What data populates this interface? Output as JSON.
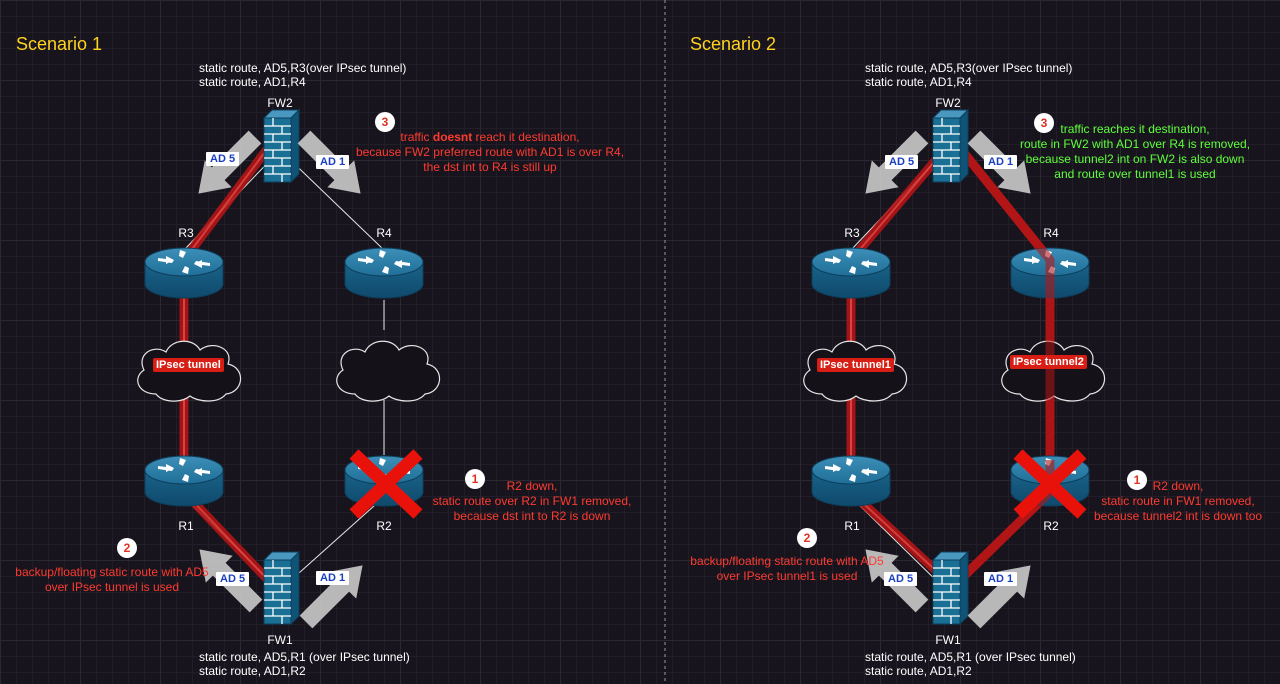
{
  "scenario1": {
    "title": "Scenario 1",
    "fw2_config": [
      "static route, AD5,R3(over IPsec tunnel)",
      "static route, AD1,R4"
    ],
    "fw1_config": [
      "static route, AD5,R1 (over IPsec tunnel)",
      "static route, AD1,R2"
    ],
    "labels": {
      "fw2": "FW2",
      "fw1": "FW1",
      "r3": "R3",
      "r4": "R4",
      "r1": "R1",
      "r2": "R2"
    },
    "badges": {
      "ad5_top": "AD 5",
      "ad1_top": "AD 1",
      "ad5_bottom": "AD 5",
      "ad1_bottom": "AD 1"
    },
    "tunnel_label": "IPsec tunnel",
    "note1": {
      "num": "1",
      "lines": [
        "R2 down,",
        "static route over R2 in FW1 removed,",
        "because dst int to R2 is down"
      ]
    },
    "note2": {
      "num": "2",
      "lines": [
        "backup/floating static route with AD5",
        "over IPsec tunnel is used"
      ]
    },
    "note3": {
      "num": "3",
      "line1_pre": "traffic ",
      "line1_bold": "doesnt",
      "line1_post": " reach it destination,",
      "lines": [
        "because FW2 preferred route with AD1 is over R4,",
        "the dst int to R4 is still up"
      ]
    }
  },
  "scenario2": {
    "title": "Scenario 2",
    "fw2_config": [
      "static route, AD5,R3(over IPsec tunnel)",
      "static route, AD1,R4"
    ],
    "fw1_config": [
      "static route, AD5,R1 (over IPsec tunnel)",
      "static route, AD1,R2"
    ],
    "labels": {
      "fw2": "FW2",
      "fw1": "FW1",
      "r3": "R3",
      "r4": "R4",
      "r1": "R1",
      "r2": "R2"
    },
    "badges": {
      "ad5_top": "AD 5",
      "ad1_top": "AD 1",
      "ad5_bottom": "AD 5",
      "ad1_bottom": "AD 1"
    },
    "tunnel1_label": "IPsec tunnel1",
    "tunnel2_label": "IPsec tunnel2",
    "note1": {
      "num": "1",
      "lines": [
        "R2 down,",
        "static route in FW1 removed,",
        "because tunnel2 int is down too"
      ]
    },
    "note2": {
      "num": "2",
      "lines": [
        "backup/floating static route with AD5",
        "over IPsec tunnel1 is used"
      ]
    },
    "note3": {
      "num": "3",
      "lines": [
        "traffic reaches it destination,",
        "route in FW2 with AD1 over R4 is removed,",
        "because tunnel2 int on FW2 is also down",
        "and route over tunnel1 is used"
      ]
    }
  },
  "colors": {
    "background": "#18141d",
    "scenario_title": "#ffd21f",
    "failure_note": "#ff3b30",
    "success_note": "#5dff3a",
    "traffic_path": "#b51515",
    "router": "#1e6e96",
    "firewall": "#1a6f95",
    "failure_cross": "#e8120b",
    "arrow": "#bdbdbd"
  }
}
